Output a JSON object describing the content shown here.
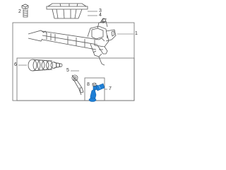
{
  "diagram": {
    "callouts": {
      "c1": "1",
      "c2": "2",
      "c3": "3",
      "c4": "4",
      "c5": "5",
      "c6": "6",
      "c7": "7",
      "c8": "8"
    },
    "colors": {
      "line": "#555555",
      "frame": "#6b6b6b",
      "highlight": "#1e7fd6",
      "highlight_dark": "#125fa6",
      "background": "#ffffff"
    }
  }
}
